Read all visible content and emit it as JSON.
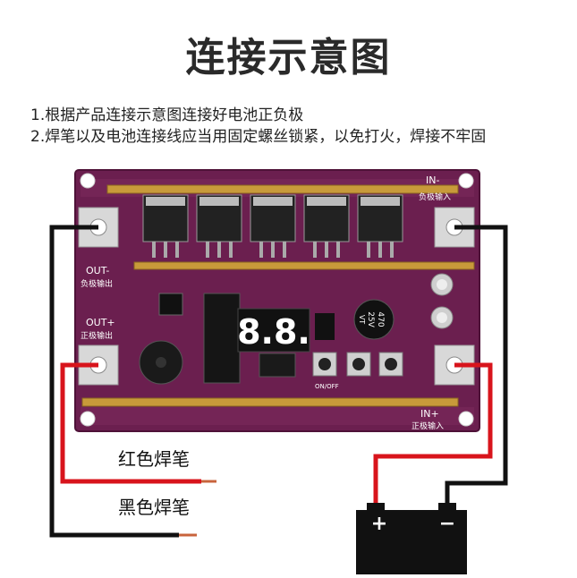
{
  "title": "连接示意图",
  "notes": [
    "1.根据产品连接示意图连接好电池正负极",
    "2.焊笔以及电池连接线应当用固定螺丝锁紧，以免打火，焊接不牢固"
  ],
  "board": {
    "in_minus": "IN-",
    "in_minus_cn": "负极输入",
    "in_plus": "IN+",
    "in_plus_cn": "正极输入",
    "out_minus": "OUT-",
    "out_minus_cn": "负极输出",
    "out_plus": "OUT+",
    "out_plus_cn": "正极输出",
    "display": "8.8.",
    "capacitor_value": "470",
    "capacitor_voltage": "25V",
    "capacitor_code": "VT",
    "switch_label": "ON/OFF"
  },
  "battery": {
    "plus": "+",
    "minus": "−"
  },
  "wire_labels": {
    "red": "红色焊笔",
    "black": "黑色焊笔"
  },
  "colors": {
    "board": "#6b1f4f",
    "board_dark": "#4e1238",
    "copper_bar": "#c89a3a",
    "red_wire": "#d8141c",
    "black_wire": "#111111",
    "battery": "#111111"
  }
}
